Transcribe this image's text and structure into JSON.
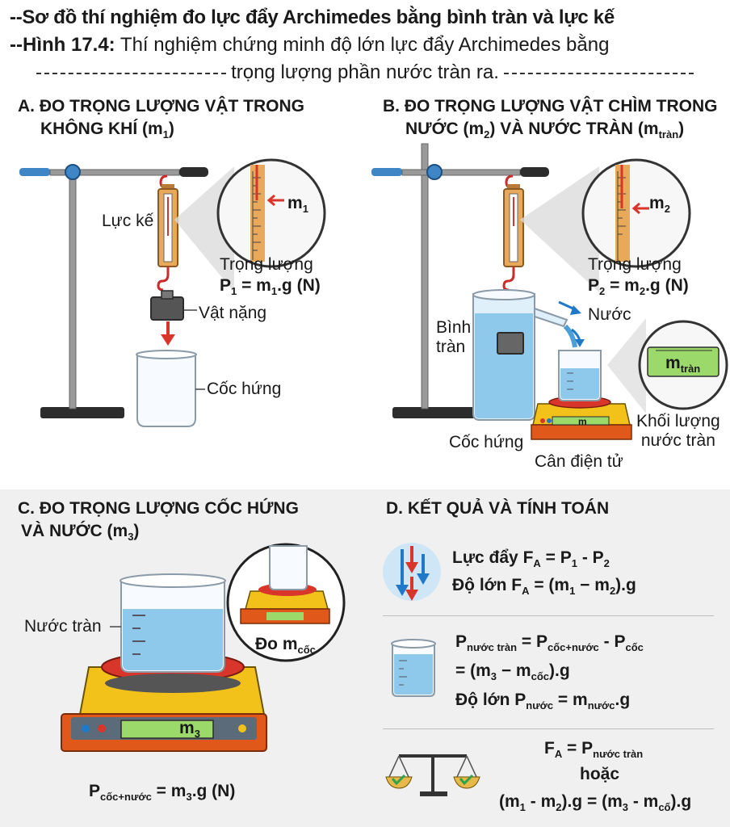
{
  "header": {
    "line1": "--Sơ đồ thí nghiệm đo lực đẩy Archimedes bằng bình tràn và lực kế",
    "line2_bold": "--Hình 17.4:",
    "line2_rest": " Thí nghiệm chứng minh độ lớn lực đẩy Archimedes bằng",
    "line3": "trọng lượng phần nước tràn ra."
  },
  "panelA": {
    "title_line1": "A. ĐO TRỌNG LƯỢNG VẬT TRONG",
    "title_line2": "KHÔNG KHÍ (m",
    "title_sub": "1",
    "title_end": ")",
    "spring_scale_label": "Lực kế",
    "magnifier_label": "m",
    "magnifier_sub": "1",
    "weight_label": "Trọng lượng",
    "formula_p": "P",
    "formula_p_sub": "1",
    "formula_mid": " = m",
    "formula_m_sub": "1",
    "formula_end": ".g (N)",
    "mass_label": "Vật nặng",
    "beaker_label": "Cốc hứng"
  },
  "panelB": {
    "title_line1": "B. ĐO TRỌNG LƯỢNG VẬT CHÌM TRONG",
    "title_line2a": "NƯỚC (m",
    "title_sub1": "2",
    "title_line2b": ") VÀ NƯỚC TRÀN (m",
    "title_sub2": "tràn",
    "title_end": ")",
    "magnifier_label": "m",
    "magnifier_sub": "2",
    "weight_label": "Trọng lượng",
    "formula_p": "P",
    "formula_p_sub": "2",
    "formula_mid": " = m",
    "formula_m_sub": "2",
    "formula_end": ".g (N)",
    "water_label": "Nước",
    "tank_label_1": "Bình",
    "tank_label_2": "tràn",
    "mag2_label": "m",
    "mag2_sub": "tràn",
    "overflow_label_1": "Khối lượng",
    "overflow_label_2": "nước tràn",
    "beaker_label": "Cốc hứng",
    "scale_label": "Cân điện tử",
    "scale_display": "m"
  },
  "panelC": {
    "title_line1": "C. ĐO TRỌNG LƯỢNG CỐC HỨNG",
    "title_line2": "VÀ NƯỚC (m",
    "title_sub": "3",
    "title_end": ")",
    "water_label": "Nước tràn",
    "display_label": "m",
    "display_sub": "3",
    "inset_label": "Đo m",
    "inset_sub": "cốc",
    "formula_p": "P",
    "formula_p_sub": "cốc+nước",
    "formula_mid": " = m",
    "formula_m_sub": "3",
    "formula_end": ".g (N)"
  },
  "panelD": {
    "title": "D. KẾT QUẢ VÀ TÍNH TOÁN",
    "r1_line1_a": "Lực đẩy F",
    "r1_line1_sub": "A",
    "r1_line1_b": " = P",
    "r1_line1_sub2": "1",
    "r1_line1_c": " - P",
    "r1_line1_sub3": "2",
    "r1_line2_a": "Độ lớn F",
    "r1_line2_sub": "A",
    "r1_line2_b": " = (m",
    "r1_line2_sub2": "1",
    "r1_line2_c": " − m",
    "r1_line2_sub3": "2",
    "r1_line2_d": ").g",
    "r2_line1_a": "P",
    "r2_line1_sub": "nước tràn",
    "r2_line1_b": " = P",
    "r2_line1_sub2": "cốc+nước",
    "r2_line1_c": " - P",
    "r2_line1_sub3": "cốc",
    "r2_line2_a": "= (m",
    "r2_line2_sub": "3",
    "r2_line2_b": " − m",
    "r2_line2_sub2": "cốc",
    "r2_line2_c": ").g",
    "r2_line3_a": "Độ lớn P",
    "r2_line3_sub": "nước",
    "r2_line3_b": " = m",
    "r2_line3_sub2": "nước",
    "r2_line3_c": ".g",
    "r3_line1_a": "F",
    "r3_line1_sub": "A",
    "r3_line1_b": " = P",
    "r3_line1_sub2": "nước tràn",
    "r3_line2": "hoặc",
    "r3_line3_a": "(m",
    "r3_line3_sub": "1",
    "r3_line3_b": " - m",
    "r3_line3_sub2": "2",
    "r3_line3_c": ").g = (m",
    "r3_line3_sub3": "3",
    "r3_line3_d": " - m",
    "r3_line3_sub4": "cố",
    "r3_line3_e": ").g"
  },
  "icons": [
    "retort-stand-icon",
    "spring-scale-icon",
    "magnifier-icon",
    "hanging-weight-icon",
    "arrow-down-icon",
    "beaker-icon",
    "overflow-tank-icon",
    "digital-scale-icon",
    "force-arrows-icon",
    "balance-scale-icon",
    "checkmark-icon"
  ],
  "colors": {
    "water": "#8ec9ec",
    "water_dark": "#4a9fd8",
    "scale_yellow": "#f2c21b",
    "scale_orange": "#e0591b",
    "scale_red": "#d9362b",
    "display_green": "#9ad96a",
    "arrow_red": "#d9362b",
    "arrow_blue": "#1f78c8",
    "stand_blue": "#3f86c7",
    "panel_bg": "#f0f0f0",
    "check_green": "#2fa34a"
  }
}
